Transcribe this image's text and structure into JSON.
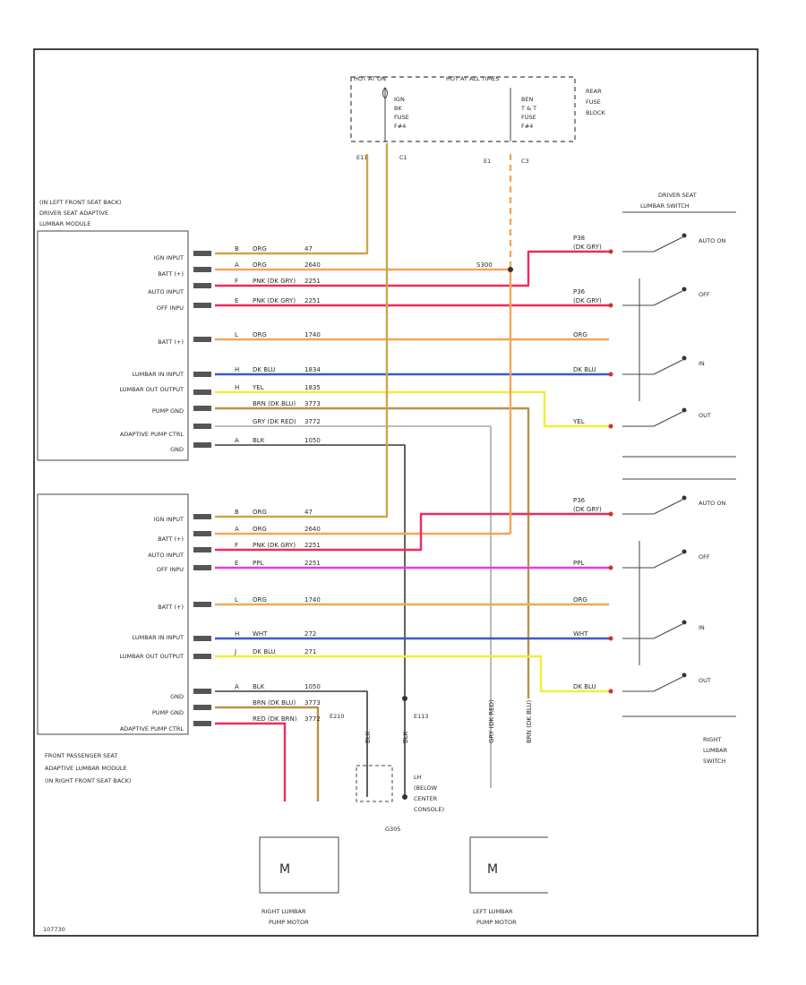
{
  "fuse_block": {
    "hot_run": "HOT AT ALL TIMES",
    "hot_acc": "HOT AT ON",
    "fuse_left": [
      "IGN",
      "BK",
      "FUSE",
      "F#4"
    ],
    "fuse_right": [
      "BEN",
      "T & T",
      "FUSE",
      "F#4"
    ],
    "block_label": [
      "REAR",
      "FUSE",
      "BLOCK"
    ],
    "conn_left": [
      "E11",
      "C1"
    ],
    "conn_right": [
      "E1",
      "C3"
    ]
  },
  "driver_module": {
    "title": [
      "(IN LEFT FRONT SEAT BACK)",
      "DRIVER SEAT ADAPTIVE",
      "LUMBAR MODULE"
    ],
    "pins": [
      "IGN INPUT",
      "BATT (+)",
      "AUTO INPUT",
      "OFF INPU",
      "BATT (+)",
      "LUMBAR IN INPUT",
      "LUMBAR OUT OUTPUT",
      "PUMP GND",
      "ADAPTIVE PUMP CTRL",
      "GND"
    ]
  },
  "passenger_module": {
    "title": [
      "FRONT PASSENGER SEAT",
      "ADAPTIVE LUMBAR MODULE",
      "(IN RIGHT FRONT SEAT BACK)"
    ],
    "pins": [
      "IGN INPUT",
      "BATT (+)",
      "AUTO INPUT",
      "OFF INPU",
      "BATT (+)",
      "LUMBAR IN INPUT",
      "LUMBAR OUT OUTPUT",
      "GND",
      "PUMP GND",
      "ADAPTIVE PUMP CTRL"
    ]
  },
  "driver_switch": {
    "title": "DRIVER SEAT LUMBAR SWITCH",
    "positions": [
      "AUTO ON",
      "OFF",
      "IN",
      "OUT"
    ]
  },
  "right_switch": {
    "title": [
      "RIGHT",
      "LUMBAR",
      "SWITCH"
    ],
    "positions": [
      "AUTO ON",
      "OFF",
      "IN",
      "OUT"
    ]
  },
  "wire_labels": {
    "driver": [
      [
        "B",
        "ORG",
        "47"
      ],
      [
        "A",
        "ORG",
        "2640"
      ],
      [
        "F",
        "PNK (DK GRY)",
        "2251"
      ],
      [
        "E",
        "PNK (DK GRY)",
        "2251"
      ],
      [
        "L",
        "ORG",
        "1740"
      ],
      [
        "H",
        "DK BLU",
        "1834"
      ],
      [
        "H",
        "YEL",
        "1835"
      ],
      [
        "",
        "BRN (DK BLU)",
        "3773"
      ],
      [
        "",
        "GRY (DK RED)",
        "3772"
      ],
      [
        "A",
        "BLK",
        "1050"
      ]
    ],
    "passenger": [
      [
        "B",
        "ORG",
        "47"
      ],
      [
        "A",
        "ORG",
        "2640"
      ],
      [
        "F",
        "PNK (DK GRY)",
        "2251"
      ],
      [
        "E",
        "PPL",
        "2251"
      ],
      [
        "L",
        "ORG",
        "1740"
      ],
      [
        "H",
        "WHT",
        "272"
      ],
      [
        "J",
        "DK BLU",
        "271"
      ],
      [
        "A",
        "BLK",
        "1050"
      ],
      [
        "",
        "BRN (DK BLU)",
        "3773"
      ],
      [
        "",
        "RED (DK BRN)",
        "3772"
      ]
    ],
    "switch_side": [
      [
        "P38",
        "(DK GRY)"
      ],
      [
        "P36",
        "(DK GRY)"
      ],
      [
        "",
        "ORG"
      ],
      [
        "",
        "DK BLU"
      ],
      [
        "",
        "YEL"
      ],
      [
        "P36",
        "(DK GRY)"
      ],
      [
        "",
        "PPL"
      ],
      [
        "",
        "ORG"
      ],
      [
        "",
        "WHT"
      ],
      [
        "",
        "DK BLU"
      ]
    ],
    "splice": "S300"
  },
  "grounds": {
    "g_left": "E210",
    "g_right": "E113",
    "ground_label": [
      "LH",
      "(BELOW",
      "CENTER",
      "CONSOLE)"
    ],
    "g_point": "G305"
  },
  "vertical_wires": {
    "labels": [
      "BLK",
      "BLK",
      "GRY (DK RED)",
      "BRN (DK BLU)"
    ]
  },
  "motors": {
    "right": [
      "RIGHT LUMBAR",
      "PUMP MOTOR"
    ],
    "left": [
      "LEFT LUMBAR",
      "PUMP MOTOR"
    ]
  },
  "footer_code": "107730",
  "colors": {
    "tan": "#c8a84b",
    "orange": "#f2a65a",
    "red": "#ee2b5a",
    "magenta": "#e23ce0",
    "blue": "#3c57d6",
    "yellow": "#f0ee3a",
    "gray": "#a9a9a9",
    "black": "#3a3a3a",
    "brown": "#b8914a"
  }
}
